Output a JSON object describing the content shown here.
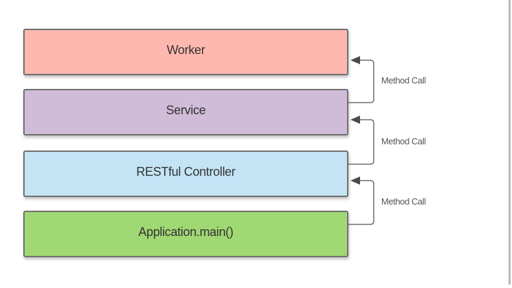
{
  "diagram": {
    "layers": [
      {
        "label": "Worker",
        "fill": "#FFB8B0"
      },
      {
        "label": "Service",
        "fill": "#D0BCD8"
      },
      {
        "label": "RESTful Controller",
        "fill": "#C4E4F6"
      },
      {
        "label": "Application.main()",
        "fill": "#A0D873"
      }
    ],
    "connections": [
      {
        "from": "Service",
        "to": "Worker",
        "label": "Method Call"
      },
      {
        "from": "RESTful Controller",
        "to": "Service",
        "label": "Method Call"
      },
      {
        "from": "Application.main()",
        "to": "RESTful Controller",
        "label": "Method Call"
      }
    ],
    "line_color": "#6f6f6f"
  }
}
